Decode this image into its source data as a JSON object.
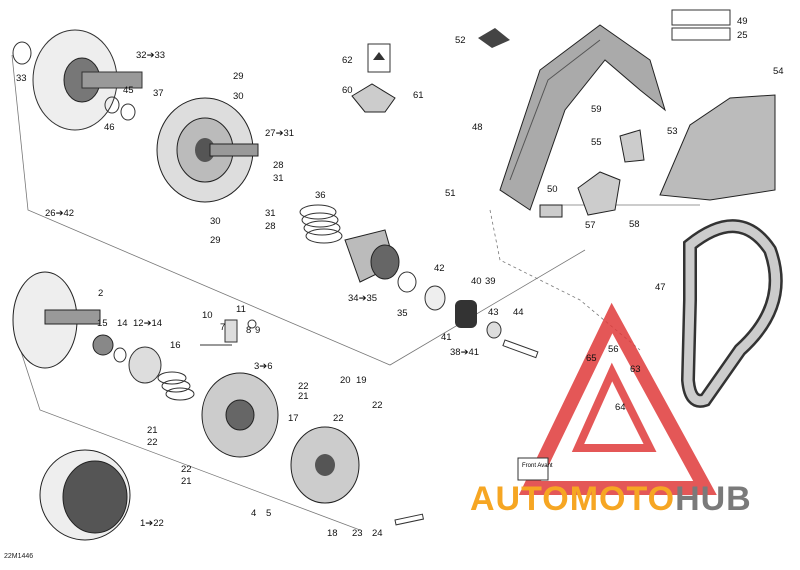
{
  "diagram": {
    "drawing_code": "22M1446",
    "watermark": {
      "part1": "AUTOMOTO",
      "part2": "HUB"
    },
    "front_label": "Front Avant",
    "callouts": [
      "32➔33",
      "33",
      "45",
      "46",
      "37",
      "29",
      "30",
      "27➔31",
      "28",
      "31",
      "30",
      "31",
      "28",
      "29",
      "26➔42",
      "36",
      "34➔35",
      "35",
      "42",
      "40",
      "39",
      "41",
      "38➔41",
      "43",
      "44",
      "62",
      "60",
      "61",
      "52",
      "49",
      "25",
      "48",
      "59",
      "55",
      "53",
      "54",
      "51",
      "50",
      "57",
      "58",
      "47",
      "2",
      "15",
      "14",
      "12➔14",
      "10",
      "11",
      "7",
      "8",
      "9",
      "16",
      "3➔6",
      "22",
      "21",
      "20",
      "19",
      "22",
      "22",
      "17",
      "21",
      "22",
      "22",
      "21",
      "4",
      "5",
      "18",
      "23",
      "24",
      "1➔22",
      "65",
      "56",
      "63",
      "64"
    ]
  }
}
